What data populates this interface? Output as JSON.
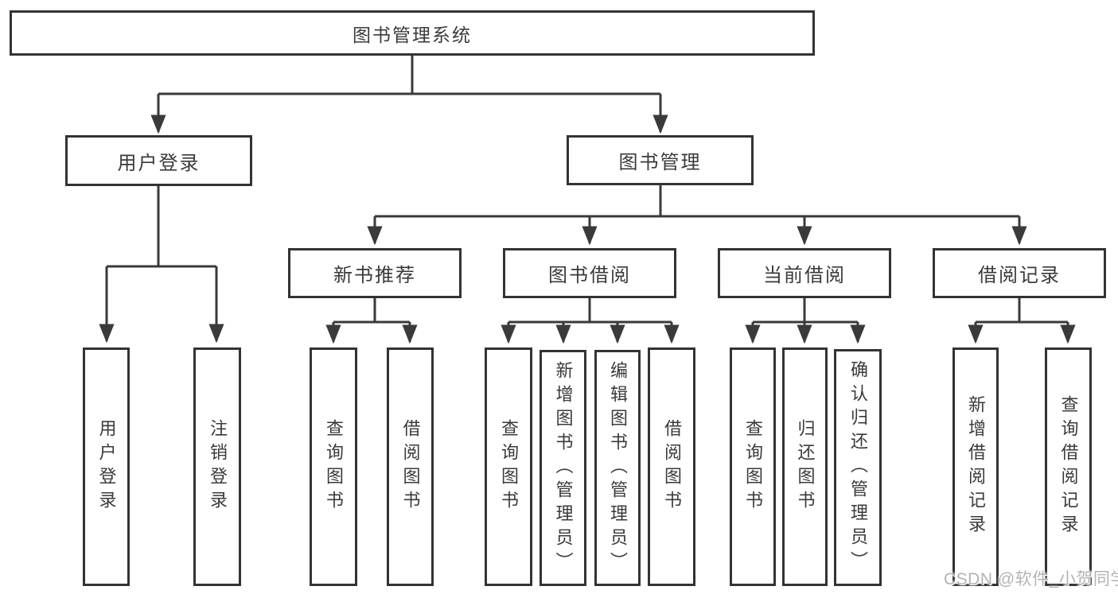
{
  "diagram": {
    "root": {
      "label": "图书管理系统"
    },
    "level1": [
      {
        "label": "用户登录"
      },
      {
        "label": "图书管理"
      }
    ],
    "login_children": [
      {
        "label": "用户登录"
      },
      {
        "label": "注销登录"
      }
    ],
    "manage_sections": [
      {
        "label": "新书推荐",
        "children": [
          {
            "label": "查询图书"
          },
          {
            "label": "借阅图书"
          }
        ]
      },
      {
        "label": "图书借阅",
        "children": [
          {
            "label": "查询图书"
          },
          {
            "label": "新增图书（管理员）"
          },
          {
            "label": "编辑图书（管理员）"
          },
          {
            "label": "借阅图书"
          }
        ]
      },
      {
        "label": "当前借阅",
        "children": [
          {
            "label": "查询图书"
          },
          {
            "label": "归还图书"
          },
          {
            "label": "确认归还（管理员）"
          }
        ]
      },
      {
        "label": "借阅记录",
        "children": [
          {
            "label": "新增借阅记录"
          },
          {
            "label": "查询借阅记录"
          }
        ]
      }
    ]
  },
  "watermark": {
    "text": "CSDN @软件_小贺同学"
  },
  "colors": {
    "line": "#3a3a3a",
    "box_border": "#333333",
    "box_fill": "#ffffff",
    "text": "#3a3a3a",
    "background": "#ffffff",
    "watermark": "#b3b3b3"
  }
}
